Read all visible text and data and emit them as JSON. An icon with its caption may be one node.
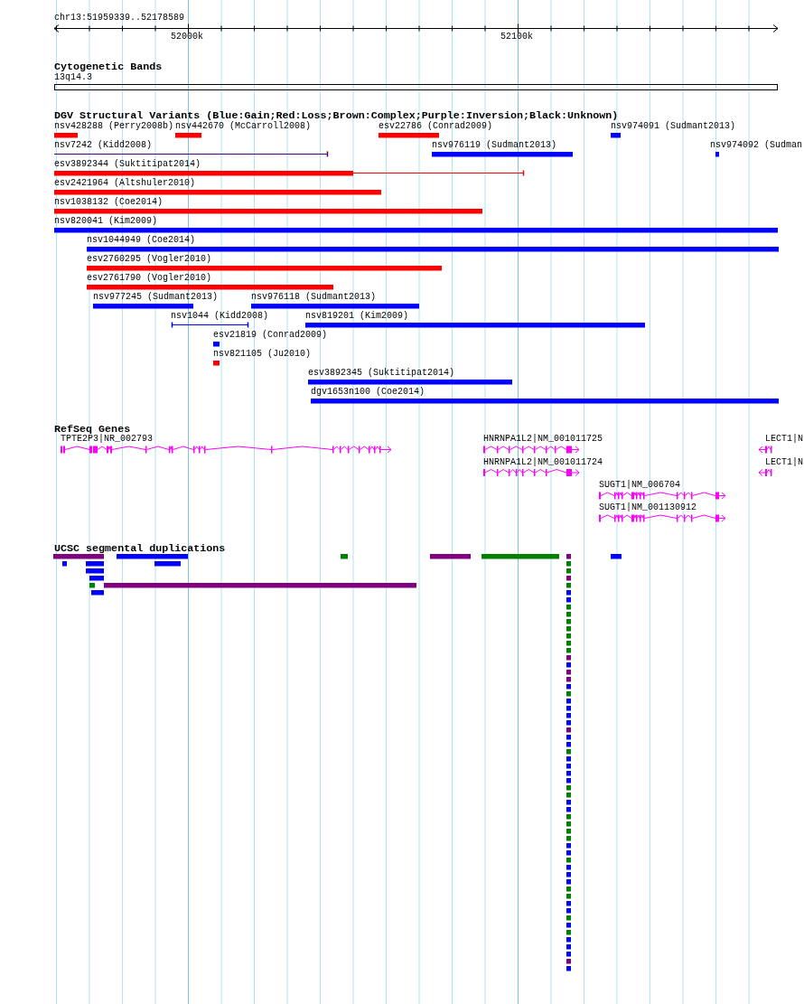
{
  "diagram": {
    "labels": [
      "chr13:51959339..52178589",
      "52000k",
      "52100k",
      "Cytogenetic Bands",
      "13q14.3",
      "DGV Structural Variants (Blue:Gain;Red:Loss;Brown:Complex;Purple:Inversion;Black:Unknown)",
      "nsv428288 (Perry2008b)",
      "nsv442670 (McCarroll2008)",
      "esv22786 (Conrad2009)",
      "nsv974091 (Sudmant2013)",
      "nsv7242 (Kidd2008)",
      "nsv976119 (Sudmant2013)",
      "nsv974092 (Sudman",
      "esv3892344 (Suktitipat2014)",
      "esv2421964 (Altshuler2010)",
      "nsv1038132 (Coe2014)",
      "nsv820041 (Kim2009)",
      "nsv1044949 (Coe2014)",
      "esv2760295 (Vogler2010)",
      "esv2761790 (Vogler2010)",
      "nsv977245 (Sudmant2013)",
      "nsv976118 (Sudmant2013)",
      "nsv1044 (Kidd2008)",
      "nsv819201 (Kim2009)",
      "esv21819 (Conrad2009)",
      "nsv821105 (Ju2010)",
      "esv3892345 (Suktitipat2014)",
      "dgv1653n100 (Coe2014)",
      "RefSeq Genes",
      "TPTE2P3|NR_002793",
      "HNRNPA1L2|NM_001011725",
      "LECT1|N",
      "HNRNPA1L2|NM_001011724",
      "LECT1|N",
      "SUGT1|NM_006704",
      "SUGT1|NM_001130912",
      "UCSC segmental duplications"
    ]
  }
}
